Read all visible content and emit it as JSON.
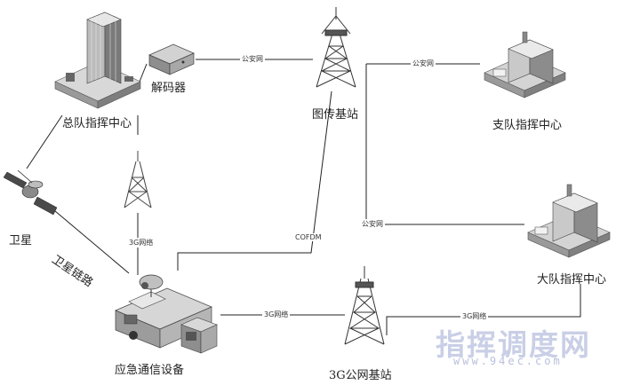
{
  "nodes": {
    "hq": "总队指挥中心",
    "decoder": "解码器",
    "image_station": "图传基站",
    "branch": "支队指挥中心",
    "satellite": "卫星",
    "satellite_link": "卫星链路",
    "brigade": "大队指挥中心",
    "emergency": "应急通信设备",
    "base_3g": "3G公网基站"
  },
  "links": {
    "public_net_1": "公安网",
    "public_net_2": "公安网",
    "public_net_3": "公安网",
    "net_3g_1": "3G网络",
    "net_3g_2": "3G网络",
    "net_3g_3": "3G网络",
    "cofdm": "COFDM"
  },
  "watermark": {
    "title": "指挥调度网",
    "url": "www.94ec.com"
  }
}
